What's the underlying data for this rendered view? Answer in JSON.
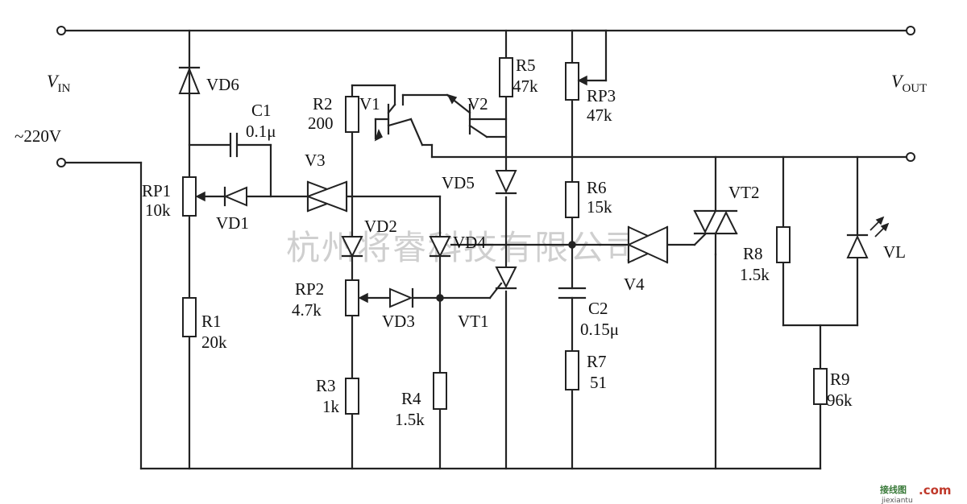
{
  "title": "",
  "watermark": "杭州将睿科技有限公司",
  "logo": {
    "part1": "接线图",
    "part2": ".com",
    "url": "jiexiantu"
  },
  "terminals": {
    "vin": {
      "symbol": "V",
      "subscript": "IN"
    },
    "vout": {
      "symbol": "V",
      "subscript": "OUT"
    },
    "source": "~220V"
  },
  "components": {
    "VD6": {
      "name": "VD6"
    },
    "C1": {
      "name": "C1",
      "value": "0.1μ"
    },
    "RP1": {
      "name": "RP1",
      "value": "10k"
    },
    "VD1": {
      "name": "VD1"
    },
    "R1": {
      "name": "R1",
      "value": "20k"
    },
    "R2": {
      "name": "R2",
      "value": "200"
    },
    "V1": {
      "name": "V1"
    },
    "V2": {
      "name": "V2"
    },
    "V3": {
      "name": "V3"
    },
    "R5": {
      "name": "R5",
      "value": "47k"
    },
    "RP3": {
      "name": "RP3",
      "value": "47k"
    },
    "VD2": {
      "name": "VD2"
    },
    "VD4": {
      "name": "VD4"
    },
    "VD5": {
      "name": "VD5"
    },
    "R6": {
      "name": "R6",
      "value": "15k"
    },
    "V4": {
      "name": "V4"
    },
    "VT2": {
      "name": "VT2"
    },
    "R8": {
      "name": "R8",
      "value": "1.5k"
    },
    "VL": {
      "name": "VL"
    },
    "RP2": {
      "name": "RP2",
      "value": "4.7k"
    },
    "VD3": {
      "name": "VD3"
    },
    "VT1": {
      "name": "VT1"
    },
    "C2": {
      "name": "C2",
      "value": "0.15μ"
    },
    "R3": {
      "name": "R3",
      "value": "1k"
    },
    "R4": {
      "name": "R4",
      "value": "1.5k"
    },
    "R7": {
      "name": "R7",
      "value": "51"
    },
    "R9": {
      "name": "R9",
      "value": "96k"
    }
  }
}
